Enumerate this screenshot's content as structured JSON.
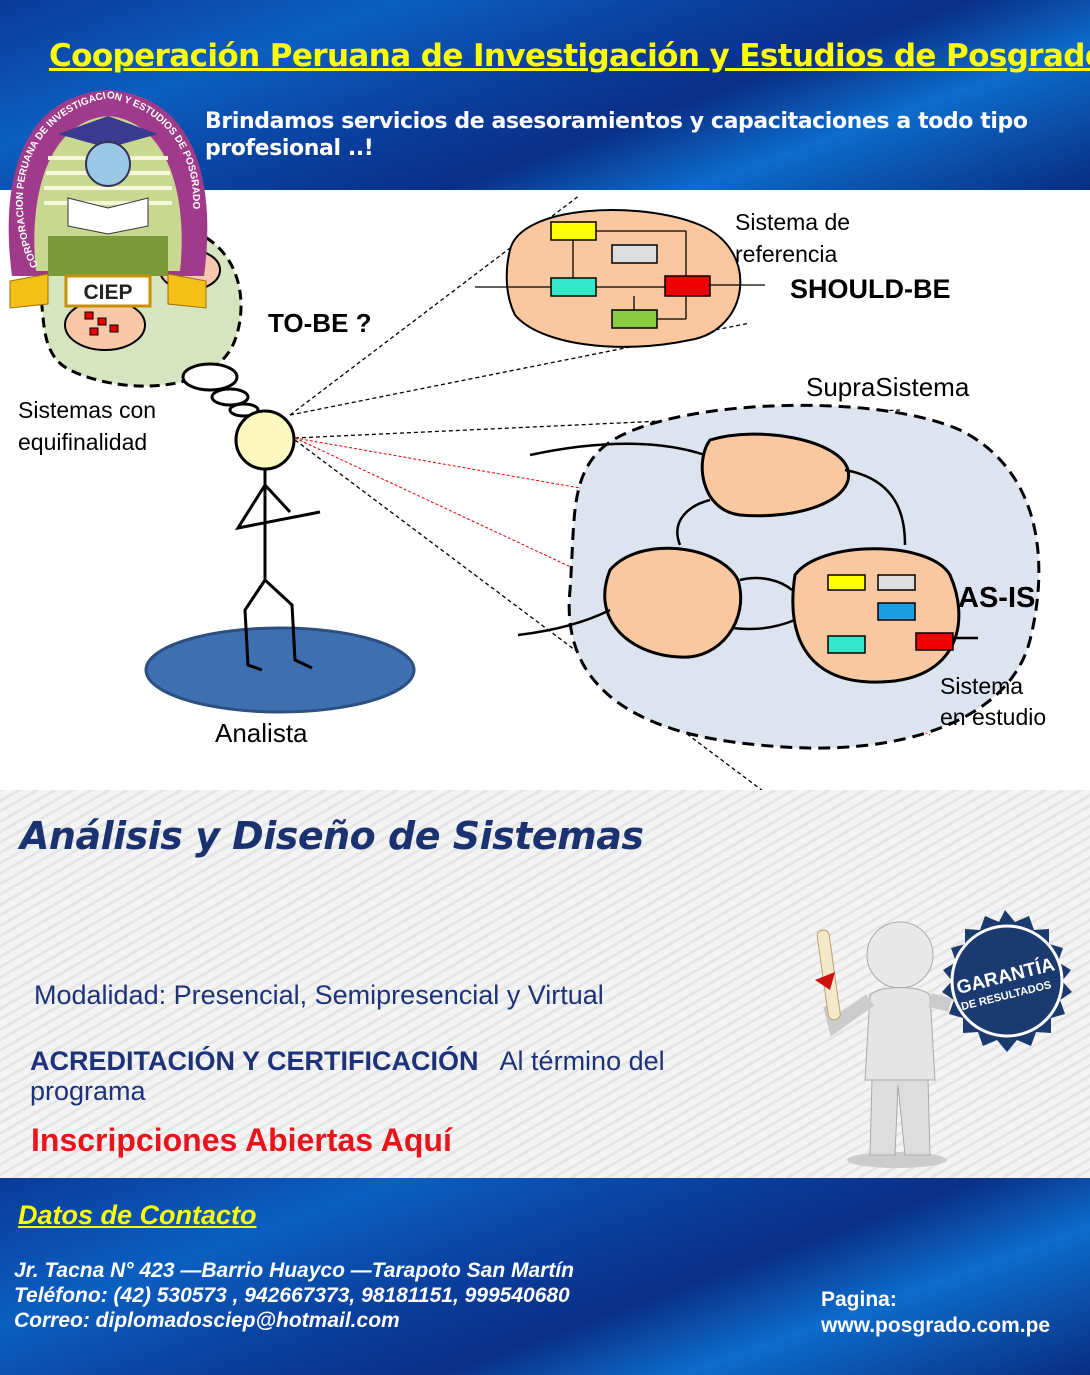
{
  "header": {
    "title": "Cooperación Peruana  de Investigación y Estudios de Posgrado",
    "tagline": "Brindamos servicios de asesoramientos y capacitaciones a todo tipo profesional ..!"
  },
  "logo": {
    "ring_text": "CORPORACION PERUANA DE INVESTIGACION Y ESTUDIOS DE POSGRADO",
    "acronym": "CIEP"
  },
  "diagram": {
    "reference_label_1": "Sistema de",
    "reference_label_2": "referencia",
    "should_be": "SHOULD-BE",
    "to_be": "TO-BE ?",
    "supra": "SupraSistema",
    "equi_1": "Sistemas con",
    "equi_2": "equifinalidad",
    "as_is": "AS-IS",
    "study_1": "Sistema",
    "study_2": "en estudio",
    "analyst": "Analista"
  },
  "course": {
    "title": "Análisis y Diseño de Sistemas",
    "modalidad": "Modalidad: Presencial, Semipresencial y Virtual",
    "acred_bold": "ACREDITACIÓN Y CERTIFICACIÓN",
    "acred_rest": "Al término del programa",
    "inscripciones": "Inscripciones Abiertas Aquí"
  },
  "badge": {
    "line1": "GARANTÍA",
    "line2": "DE RESULTADOS"
  },
  "contact": {
    "heading": "Datos de Contacto",
    "address": "Jr. Tacna N° 423 —Barrio Huayco —Tarapoto San Martín",
    "phone": "Teléfono: (42) 530573 , 942667373, 98181151, 999540680",
    "email": "Correo: diplomadosciep@hotmail.com",
    "web_label": "Pagina:",
    "web": "www.posgrado.com.pe"
  },
  "colors": {
    "title_yellow": "#ffff00",
    "course_navy": "#1b3270",
    "cta_red": "#e8141c"
  }
}
